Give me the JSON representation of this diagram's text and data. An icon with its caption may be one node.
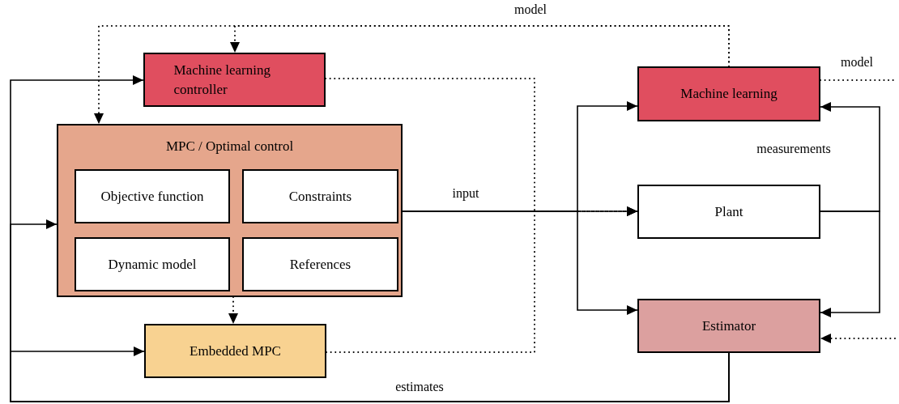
{
  "diagram": {
    "nodes": [
      {
        "text": [
          "Machine learning controller"
        ]
      },
      {
        "text": [
          "MPC / Optimal control"
        ]
      },
      {
        "text": [
          "Objective function"
        ],
        "in": 1
      },
      {
        "text": [
          "Constraints"
        ],
        "in": 1
      },
      {
        "text": [
          "Dynamic model"
        ],
        "in": 1
      },
      {
        "text": [
          "References"
        ],
        "in": 1
      },
      {
        "text": [
          "Embedded MPC"
        ]
      },
      {
        "text": [
          "Machine learning"
        ]
      },
      {
        "text": [
          "Plant"
        ]
      },
      {
        "text": [
          "Estimator"
        ]
      }
    ],
    "edges": [
      {
        "from": 7,
        "to": 1,
        "arrow": "to",
        "style": "dashed",
        "label": "model"
      },
      {
        "from": 7,
        "to": 0,
        "arrow": "to",
        "style": "dashed"
      },
      {
        "from": 0,
        "to": 8,
        "arrow": "to",
        "style": "dashed"
      },
      {
        "from": 6,
        "to": 8,
        "arrow": "to",
        "style": "dashed"
      },
      {
        "from": 1,
        "to": 8,
        "arrow": "to",
        "label": "input"
      },
      {
        "from": 1,
        "to": 7,
        "arrow": "to"
      },
      {
        "from": 1,
        "to": 9,
        "arrow": "to"
      },
      {
        "from": 8,
        "to": 7,
        "arrow": "to",
        "label": "measurements"
      },
      {
        "from": 8,
        "to": 9,
        "arrow": "to"
      },
      {
        "from": 7,
        "to": null,
        "arrow": "none",
        "style": "dashed",
        "label": "model"
      },
      {
        "from": null,
        "to": 9,
        "arrow": "to",
        "style": "dashed"
      },
      {
        "from": 9,
        "to": 0,
        "arrow": "to",
        "label": "estimates"
      },
      {
        "from": 9,
        "to": 1,
        "arrow": "to"
      },
      {
        "from": 9,
        "to": 6,
        "arrow": "to"
      },
      {
        "from": 1,
        "to": 6,
        "arrow": "to",
        "style": "dashed"
      }
    ]
  }
}
